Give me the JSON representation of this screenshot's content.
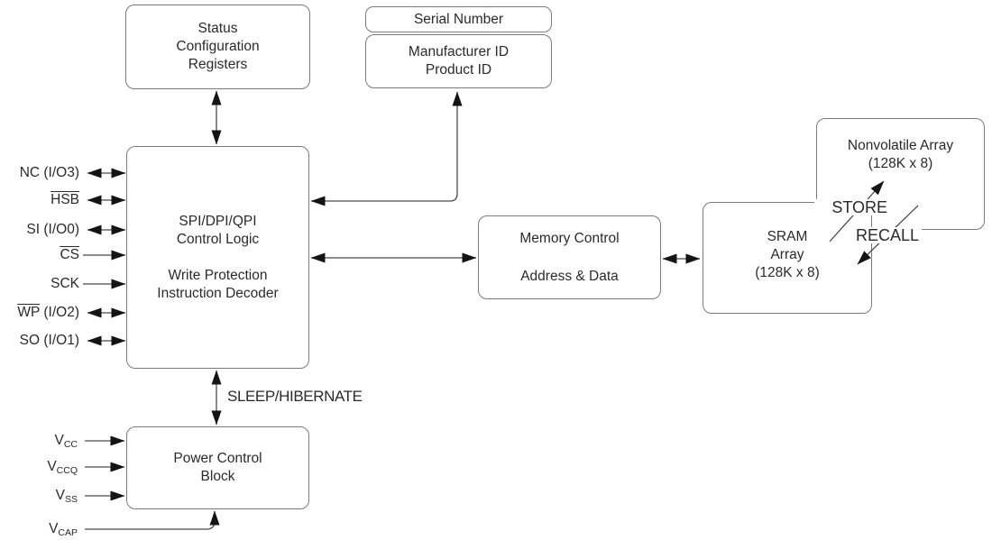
{
  "colors": {
    "background": "#ffffff",
    "box_border": "#7a7a7a",
    "wire": "#4a4a4a",
    "arrowhead": "#141414",
    "text": "#2a2a2a"
  },
  "boxes": {
    "status": {
      "lines": [
        "Status",
        "Configuration",
        "Registers"
      ]
    },
    "serial": {
      "label": "Serial Number"
    },
    "manufacturer": {
      "lines": [
        "Manufacturer ID",
        "Product ID"
      ]
    },
    "spi": {
      "lines": [
        "SPI/DPI/QPI",
        "Control Logic",
        "Write Protection",
        "Instruction Decoder"
      ]
    },
    "memctl": {
      "lines": [
        "Memory Control",
        "Address & Data"
      ]
    },
    "sram": {
      "lines": [
        "SRAM",
        "Array",
        "(128K x 8)"
      ]
    },
    "nv": {
      "lines": [
        "Nonvolatile Array",
        "(128K x 8)"
      ]
    },
    "power": {
      "lines": [
        "Power Control",
        "Block"
      ]
    }
  },
  "signal_pins": [
    {
      "pre": "NC (I/O3)",
      "over": "",
      "post": ""
    },
    {
      "pre": "",
      "over": "HSB",
      "post": ""
    },
    {
      "pre": "SI (I/O0)",
      "over": "",
      "post": ""
    },
    {
      "pre": "",
      "over": "CS",
      "post": ""
    },
    {
      "pre": "SCK",
      "over": "",
      "post": ""
    },
    {
      "pre": "",
      "over": "WP",
      "post": " (I/O2)"
    },
    {
      "pre": "SO (I/O1)",
      "over": "",
      "post": ""
    }
  ],
  "power_pins": [
    {
      "base": "V",
      "sub": "CC"
    },
    {
      "base": "V",
      "sub": "CCQ"
    },
    {
      "base": "V",
      "sub": "SS"
    },
    {
      "base": "V",
      "sub": "CAP"
    }
  ],
  "labels": {
    "sleep": "SLEEP/HIBERNATE",
    "store": "STORE",
    "recall": "RECALL"
  }
}
